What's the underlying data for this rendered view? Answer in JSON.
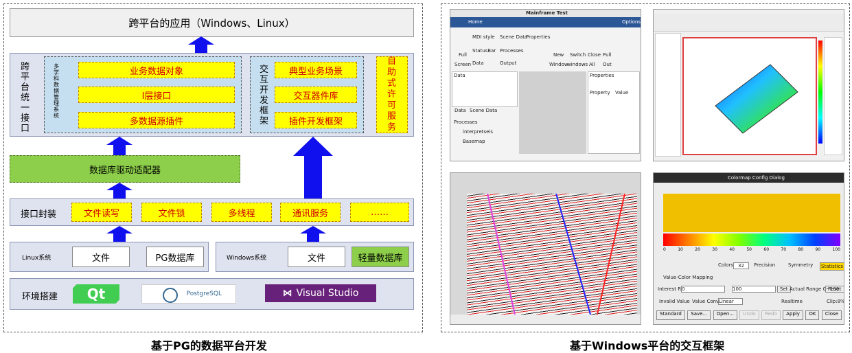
{
  "left": {
    "top_box": "跨平台的应用（Windows、Linux）",
    "unified_label": "跨平台统一接口",
    "multi_mgmt_label": "多学科数据管理系统",
    "middle_items": [
      "业务数据对象",
      "I层接口",
      "多数据源插件"
    ],
    "interaction_label": "交互开发框架",
    "interaction_items": [
      "典型业务场景",
      "交互器件库",
      "插件开发框架"
    ],
    "license_label": "自助式许可服务",
    "db_adapter": "数据库驱动适配器",
    "interface_label": "接口封装",
    "interface_items": [
      "文件读写",
      "文件锁",
      "多线程",
      "通讯服务",
      "……"
    ],
    "linux_label": "Linux系统",
    "linux_items": [
      "文件",
      "PG数据库"
    ],
    "windows_label": "Windows系统",
    "windows_items": [
      "文件",
      "轻量数据库"
    ],
    "env_label": "环境搭建",
    "logos": [
      "Qt",
      "PostgreSQL",
      "Visual Studio"
    ],
    "caption": "基于PG的数据平台开发"
  },
  "right": {
    "caption": "基于Windows平台的交互框架",
    "win1": {
      "title": "Mainframe Test",
      "tab_home": "Home",
      "menu_options": "Options",
      "checks": [
        "MDI style",
        "Scene Data",
        "Properties",
        "StatusBar",
        "Processes",
        "Data",
        "Output"
      ],
      "buttons": [
        "Full",
        "New",
        "Switch",
        "Close",
        "Pull"
      ],
      "groups": [
        "Screen",
        "Window",
        "windows",
        "All",
        "Out"
      ],
      "panels": [
        "Data",
        "Properties",
        "Property",
        "Value",
        "Data",
        "Scene Data",
        "Processes",
        "interpretseis",
        "Basemap"
      ]
    },
    "win4": {
      "title": "Colormap Config Dialog",
      "axis": [
        "0",
        "10",
        "20",
        "30",
        "40",
        "50",
        "60",
        "70",
        "80",
        "90",
        "100"
      ],
      "colors_label": "Colors",
      "colors_value": "32",
      "precision": "Precision",
      "symmetry": "Symmetry",
      "statistics": "Statistics",
      "value_mapping": "Value-Color Mapping",
      "interest_range": "Interest Range",
      "interest_from": "0",
      "interest_to": "100",
      "set": "Set",
      "actual_range": "Actual Range 0~100",
      "reset": "Reset",
      "invalid": "Invalid Value",
      "converter": "Value Converter",
      "converter_value": "Linear",
      "realtime": "Realtime",
      "clip": "Clip:8%",
      "bottom_buttons": [
        "Standard",
        "Save...",
        "Open...",
        "Undo",
        "Redo",
        "Apply",
        "OK",
        "Close"
      ]
    }
  }
}
